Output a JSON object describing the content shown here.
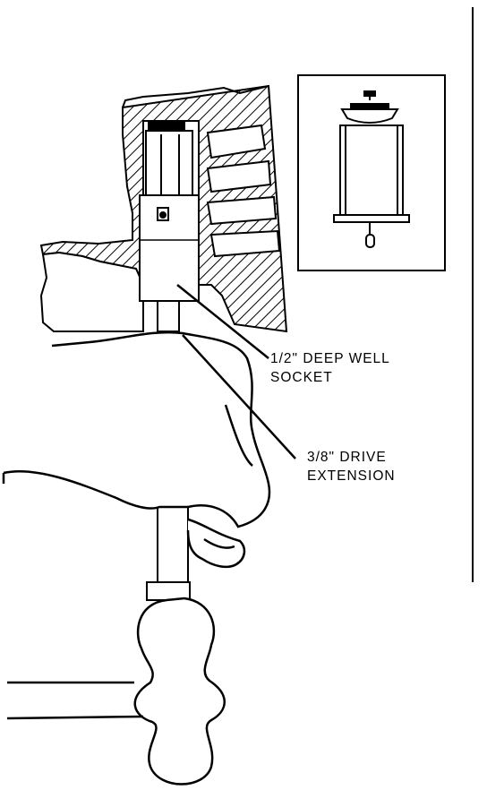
{
  "diagram": {
    "labels": {
      "socket": {
        "line1": "1/2\" DEEP WELL",
        "line2": "SOCKET"
      },
      "extension": {
        "line1": "3/8\" DRIVE",
        "line2": "EXTENSION"
      }
    },
    "colors": {
      "ink": "#000000",
      "paper": "#ffffff"
    }
  }
}
